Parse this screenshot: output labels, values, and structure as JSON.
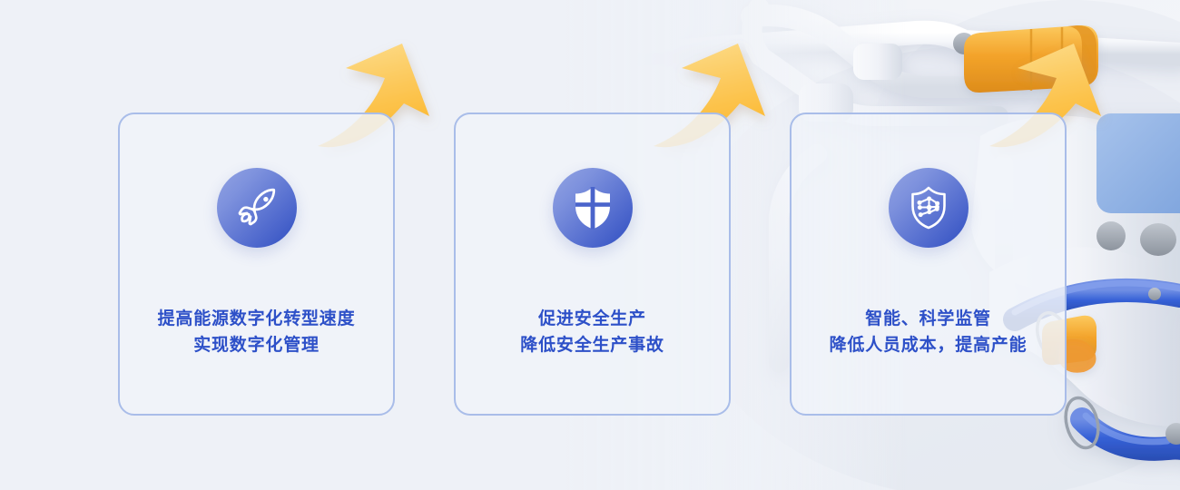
{
  "page": {
    "background_color": "#eef1f7",
    "accent_blue": "#2d50c8",
    "card_border_color": "#a9bde9",
    "arrow_color_top": "#fcd87f",
    "arrow_color_bottom": "#fbb72c",
    "icon_gradient_from": "#93a4e3",
    "icon_gradient_to": "#2f4ec0"
  },
  "background_art": {
    "description": "3D rendered white industrial pipes with orange valve fittings and blue pipe runs",
    "pipe_white": "#f2f4f8",
    "pipe_blue": "#2f59cf",
    "valve_orange": "#f5a623",
    "panel_blue": "#8fb0e2"
  },
  "cards": [
    {
      "id": "card-energy-digital",
      "icon": "rocket-icon",
      "icon_label": "rocket",
      "text": "提高能源数字化转型速度\n实现数字化管理",
      "line1": "提高能源数字化转型速度",
      "line2": "实现数字化管理"
    },
    {
      "id": "card-safe-production",
      "icon": "shield-icon",
      "icon_label": "shield",
      "text": "促进安全生产\n降低安全生产事故",
      "line1": "促进安全生产",
      "line2": "降低安全生产事故"
    },
    {
      "id": "card-smart-supervision",
      "icon": "shield-network-icon",
      "icon_label": "shield with network nodes",
      "text": "智能、科学监管\n降低人员成本，提高产能",
      "line1": "智能、科学监管",
      "line2": "降低人员成本，提高产能"
    }
  ],
  "arrows": [
    {
      "id": "arrow-1",
      "label": "upward growth arrow"
    },
    {
      "id": "arrow-2",
      "label": "upward growth arrow"
    },
    {
      "id": "arrow-3",
      "label": "upward growth arrow"
    }
  ]
}
